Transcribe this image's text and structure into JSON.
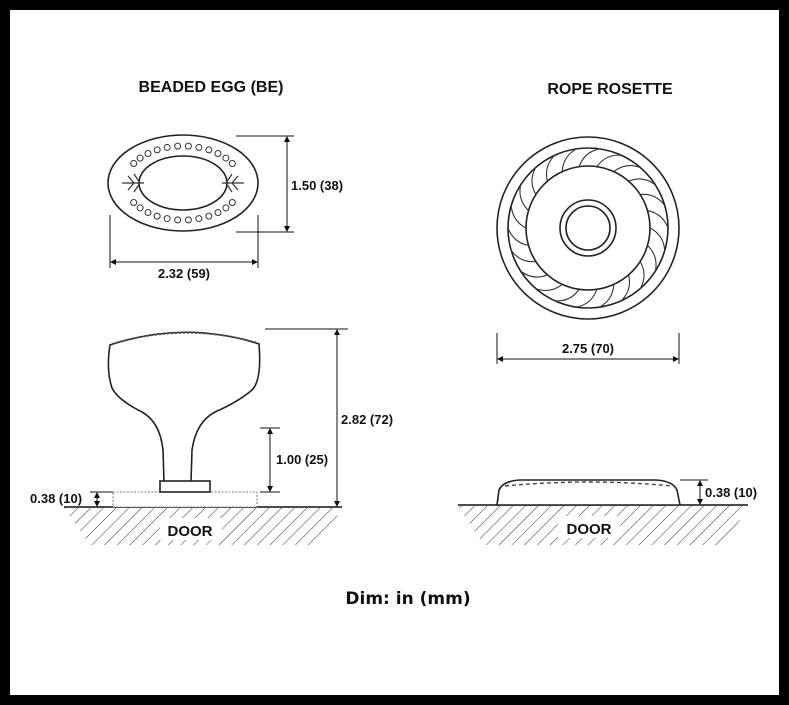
{
  "left": {
    "title": "BEADED EGG (BE)",
    "height_dim": "1.50 (38)",
    "width_dim": "2.32 (59)",
    "projection_dim": "2.82 (72)",
    "neck_dim": "1.00 (25)",
    "rosette_dim": "0.38 (10)",
    "door_label": "DOOR"
  },
  "right": {
    "title": "ROPE ROSETTE",
    "diameter_dim": "2.75 (70)",
    "height_dim": "0.38 (10)",
    "door_label": "DOOR"
  },
  "footer": {
    "units_note": "Dim: in (mm)"
  }
}
